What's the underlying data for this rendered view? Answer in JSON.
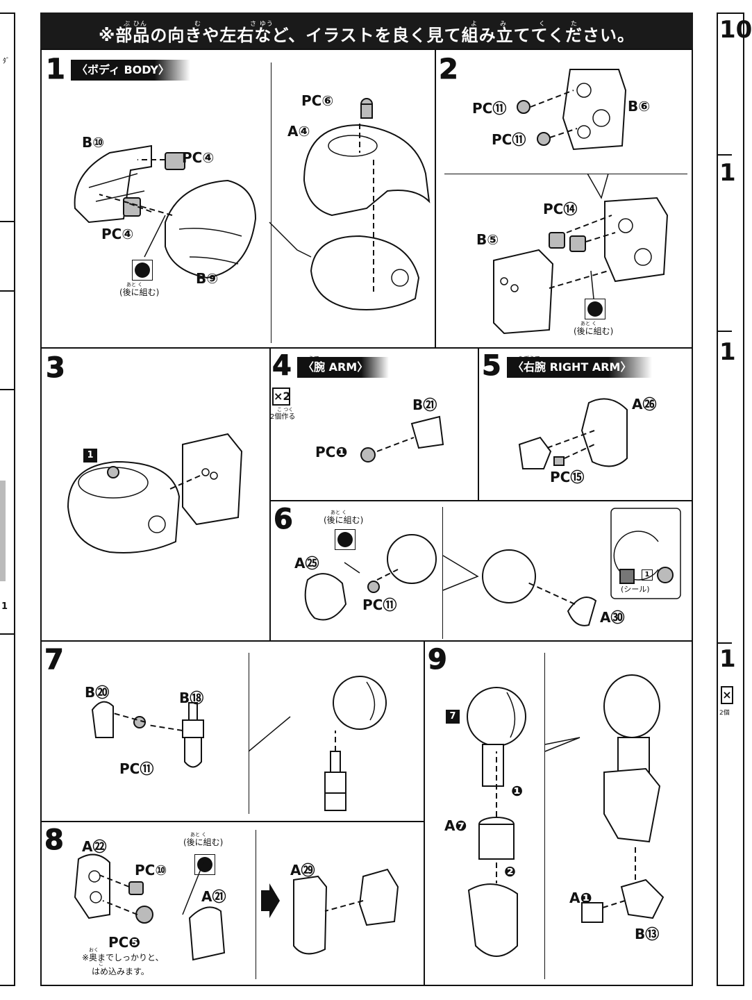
{
  "banner": {
    "text": "※部品の向きや左右など、イラストを良く見て組み立ててください。",
    "ruby": [
      "ぶ ひん",
      "む",
      "さ ゆう",
      "よ",
      "み",
      "く",
      "た"
    ]
  },
  "common": {
    "assemble_later": "(後に組む)",
    "assemble_later_ruby": "あと  く",
    "make_two": "2個作る",
    "make_two_ruby": "こ つく",
    "x2": "×2"
  },
  "steps": [
    {
      "number": "1",
      "header": "〈ボディ BODY〉",
      "parts": [
        "B⑩",
        "PC④",
        "PC④",
        "B⑨",
        "PC⑥",
        "A④"
      ]
    },
    {
      "number": "2",
      "parts": [
        "PC⑪",
        "PC⑪",
        "B⑥",
        "PC⑭",
        "B⑤"
      ]
    },
    {
      "number": "3",
      "sub_ref": "1"
    },
    {
      "number": "4",
      "header": "〈腕 ARM〉",
      "header_ruby": "うで",
      "parts": [
        "B㉑",
        "PC❶"
      ]
    },
    {
      "number": "5",
      "header": "〈右腕 RIGHT ARM〉",
      "header_ruby": "みぎうで",
      "parts": [
        "A㉖",
        "PC⑮"
      ]
    },
    {
      "number": "6",
      "parts": [
        "A㉕",
        "PC⑪",
        "A㉚"
      ],
      "sticker": {
        "label": "(シール)",
        "number": "1"
      }
    },
    {
      "number": "7",
      "parts": [
        "B⑳",
        "B⑱",
        "PC⑪"
      ]
    },
    {
      "number": "8",
      "parts": [
        "A㉒",
        "PC⑩",
        "A㉑",
        "PC❺",
        "A㉙"
      ],
      "note_line1": "※奥までしっかりと、",
      "note_line1_ruby": "おく",
      "note_line2": "はめ込みます。",
      "note_line2_ruby": "こ"
    },
    {
      "number": "9",
      "sub_ref": "7",
      "parts": [
        "A❼",
        "A❶",
        "B⑬"
      ],
      "order": [
        "❶",
        "❷"
      ]
    }
  ],
  "right_edge": [
    "10",
    "1",
    "1",
    "1"
  ],
  "right_edge_x2": "×",
  "right_edge_make": "2個",
  "left_edge": [
    "ﾀﾞ",
    "1"
  ]
}
